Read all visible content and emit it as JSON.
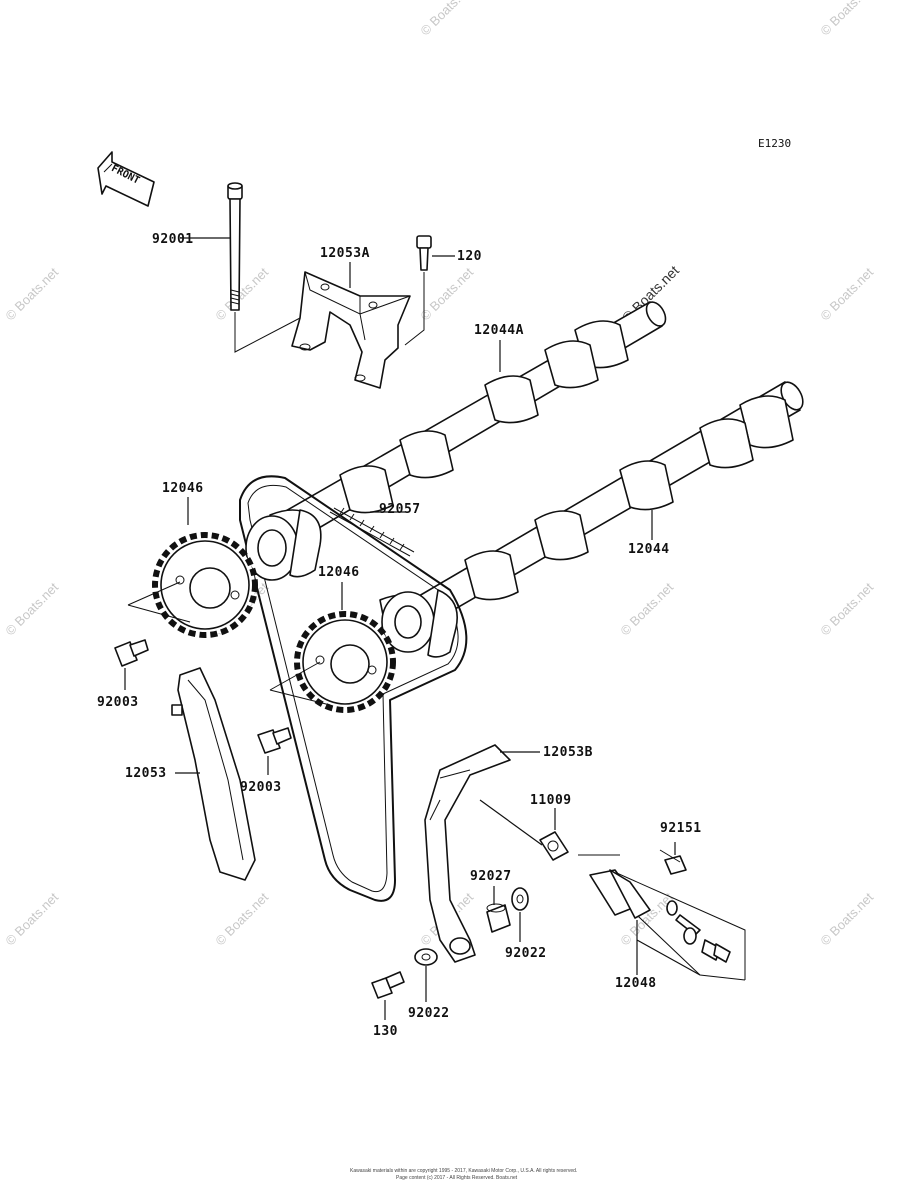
{
  "diagram": {
    "code": "E1230",
    "front_label": "FRONT",
    "parts": [
      "92001",
      "12053A",
      "120",
      "12044A",
      "12046",
      "92057",
      "12044",
      "12046",
      "92003",
      "12053",
      "92003",
      "12053B",
      "11009",
      "92151",
      "92027",
      "92022",
      "92022",
      "12048",
      "130"
    ],
    "watermarks": [
      "© Boats.net",
      "© Boats.net"
    ],
    "footer": [
      "Kawasaki materials within are copyright 1995 - 2017, Kawasaki Motor Corp., U.S.A. All rights reserved.",
      "Page content (c) 2017 - All Rights Reserved. Boats.net"
    ]
  }
}
